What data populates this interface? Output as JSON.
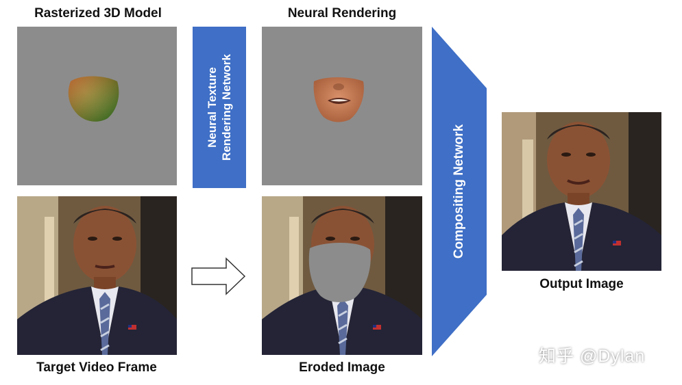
{
  "captions": {
    "rasterized": "Rasterized 3D Model",
    "neural_rendering": "Neural Rendering",
    "target_frame": "Target Video Frame",
    "eroded": "Eroded Image",
    "output": "Output Image"
  },
  "networks": {
    "texture_line1": "Neural Texture",
    "texture_line2": "Rendering Network",
    "compositing": "Compositing Network"
  },
  "watermark": "知乎 @Dylan",
  "colors": {
    "network_blue": "#3f6fc6",
    "panel_grey": "#8c8c8c"
  },
  "icons": [
    "right-arrow-icon"
  ]
}
